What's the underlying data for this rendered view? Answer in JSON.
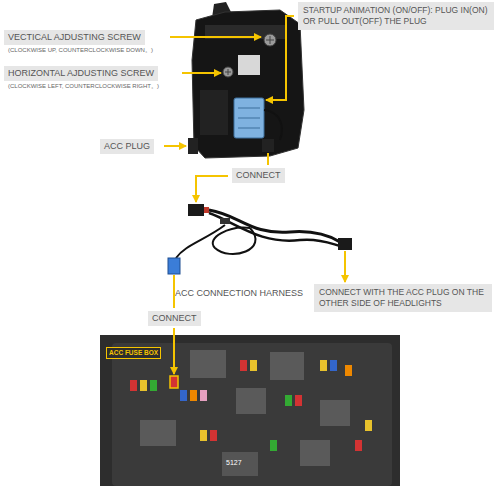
{
  "diagram": {
    "nodes": [
      {
        "text": [
          "STARTUP ANIMATION (ON/OFF): PLUG IN(ON) OR PULL OUT(OFF) THE PLUG"
        ]
      },
      {
        "text": [
          "VECTICAL AJDUSTING SCREW",
          "(CLOCKWISE UP, COUNTERCLOCKWISE DOWN。)"
        ]
      },
      {
        "text": [
          "HORIZONTAL AJDUSTING SCREW",
          "(CLOCKWISE LEFT, COUNTERCLOCKWISE RIGHT。)"
        ]
      },
      {
        "text": [
          "ACC PLUG"
        ]
      },
      {
        "text": [
          "CONNECT"
        ]
      },
      {
        "text": [
          "CONNECT WITH THE ACC PLUG ON THE OTHER SIDE OF HEADLIGHTS"
        ]
      },
      {
        "text": [
          "CONNECT"
        ]
      },
      {
        "text": [
          "ACC FUSE BOX"
        ]
      }
    ],
    "labels": [
      "ACC CONNECTION HARNESS",
      "5127"
    ]
  }
}
